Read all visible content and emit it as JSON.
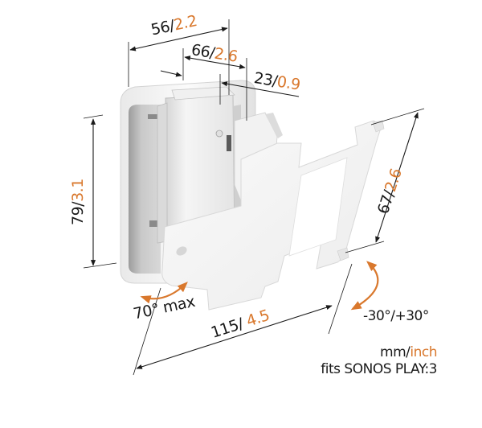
{
  "colors": {
    "accent": "#d9782d",
    "text": "#1a1a1a",
    "line": "#1a1a1a",
    "plate": "#f2f2f2",
    "metal": "#c8c8c8"
  },
  "dimensions": {
    "top_width": {
      "mm": "56/",
      "inch": "2.2"
    },
    "arm_depth": {
      "mm": "66/",
      "inch": "2.6"
    },
    "plate_depth": {
      "mm": "23/",
      "inch": "0.9"
    },
    "height": {
      "mm": "79/",
      "inch": "3.1"
    },
    "plate_height": {
      "mm": "67/",
      "inch": "2.6"
    },
    "plate_width": {
      "mm": "115/ ",
      "inch": "4.5"
    }
  },
  "angles": {
    "swivel": "70° max",
    "tilt": "-30°/+30°"
  },
  "legend": {
    "unit_mm": "mm/",
    "unit_inch": "inch",
    "fits": "fits SONOS PLAY:3"
  }
}
